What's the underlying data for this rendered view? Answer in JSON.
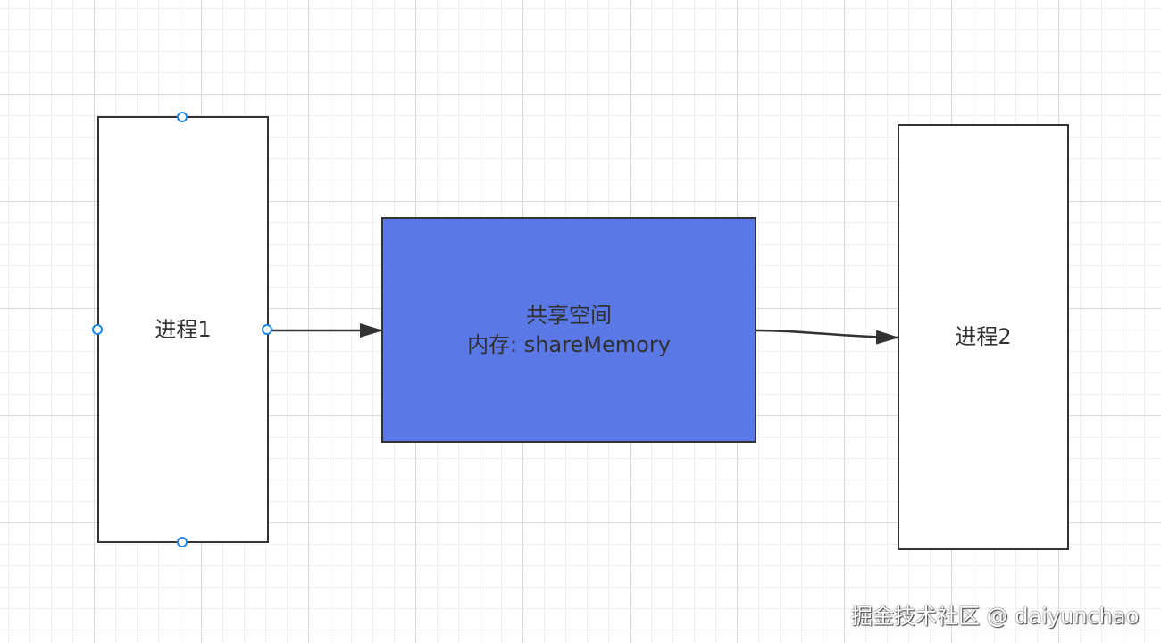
{
  "diagram": {
    "nodes": {
      "process1": {
        "label": "进程1"
      },
      "shared_space": {
        "line1": "共享空间",
        "line2": "内存: shareMemory"
      },
      "process2": {
        "label": "进程2"
      }
    },
    "edges": [
      {
        "from": "process1",
        "to": "shared_space"
      },
      {
        "from": "shared_space",
        "to": "process2"
      }
    ]
  },
  "watermark": "掘金技术社区 @ daiyunchao",
  "colors": {
    "shared_fill": "#5a78e6",
    "stroke": "#333333",
    "handle": "#1e88e5"
  }
}
